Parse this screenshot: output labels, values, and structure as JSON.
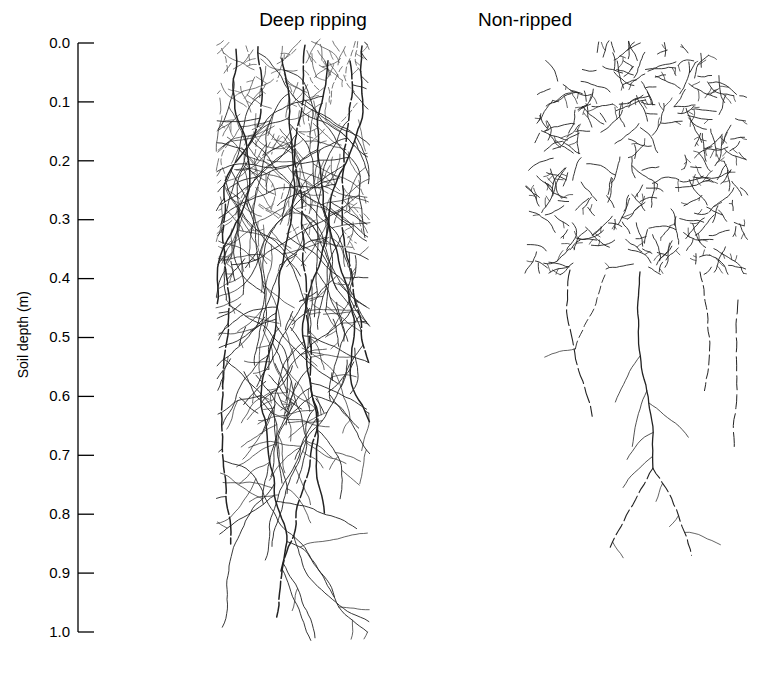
{
  "diagram": {
    "labels": [
      "Deep ripping",
      "Non-ripped",
      "Soil depth  (m)",
      "0.0",
      "0.1",
      "0.2",
      "0.3",
      "0.4",
      "0.5",
      "0.6",
      "0.7",
      "0.8",
      "0.9",
      "1.0"
    ]
  }
}
